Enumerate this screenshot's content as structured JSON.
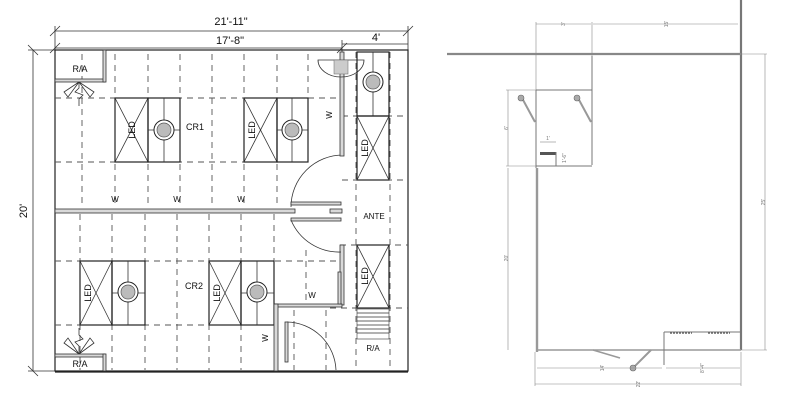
{
  "left_plan": {
    "dimensions": {
      "overall_width": "21'-11\"",
      "main_width": "17'-8\"",
      "ante_width": "4'",
      "overall_height": "20'"
    },
    "rooms": {
      "cr1": "CR1",
      "cr2": "CR2",
      "ante": "ANTE"
    },
    "return_air_labels": {
      "top_left": "R/A",
      "bottom_left": "R/A",
      "ante_bottom": "R/A"
    },
    "fixture_label": "LED",
    "wall_marker": "W"
  },
  "right_plan": {
    "dimensions": {
      "top_left": "3'",
      "top_right": "15'",
      "right_height": "25'",
      "left_upper": "6'",
      "left_lower": "20'",
      "bottom_left": "14'",
      "bottom_right": "8'-4\"",
      "bottom_overall": "22'",
      "small_detail_w": "1'",
      "small_detail_h": "1'-6\""
    }
  },
  "colors": {
    "line": "#222222",
    "wall_fill": "#d9d9d9",
    "right_line": "#777777",
    "background": "#ffffff"
  }
}
